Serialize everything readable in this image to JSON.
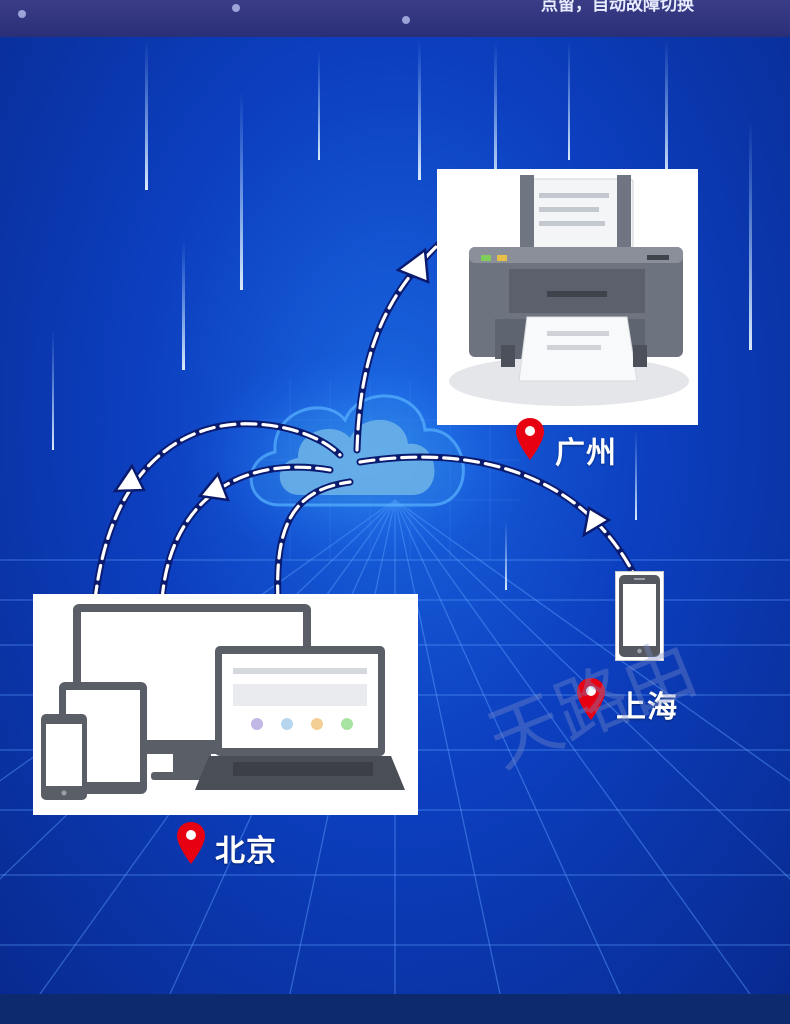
{
  "header": {
    "text": "点留，自动故障切换"
  },
  "locations": {
    "guangzhou": "广州",
    "shanghai": "上海",
    "beijing": "北京"
  },
  "watermark": "天路由",
  "colors": {
    "background": "#0c3fc0",
    "pin": "#e60012",
    "arrow_stroke": "#0a1a6e",
    "arrow_dash": "#ffffff"
  },
  "icons": {
    "cloud": "cloud-icon",
    "printer": "printer-icon",
    "devices": "devices-icon",
    "phone": "phone-icon",
    "pin": "location-pin-icon"
  }
}
